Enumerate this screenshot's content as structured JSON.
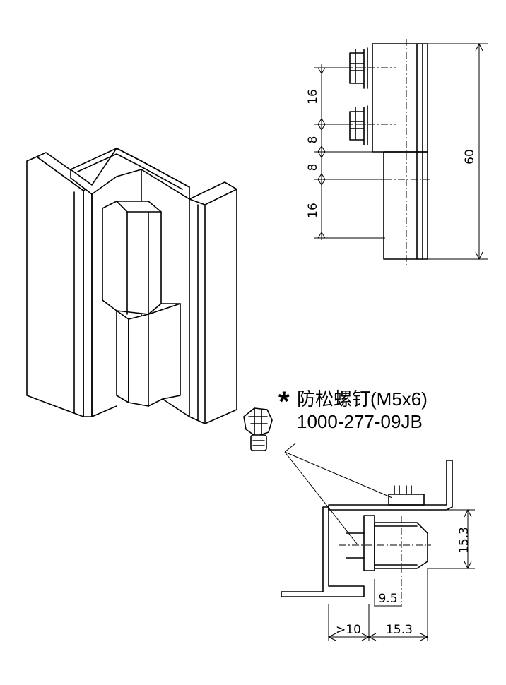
{
  "screw_callout": {
    "star": "*",
    "name": "防松螺钉(M5x6)",
    "part_number": "1000-277-09JB"
  },
  "side_view_dims": {
    "d1": "16",
    "d2": "8",
    "d3": "8",
    "d4": "16",
    "total": "60"
  },
  "section_view_dims": {
    "height": "15.3",
    "offset": "9.5",
    "min_gap": ">10",
    "width": "15.3"
  }
}
